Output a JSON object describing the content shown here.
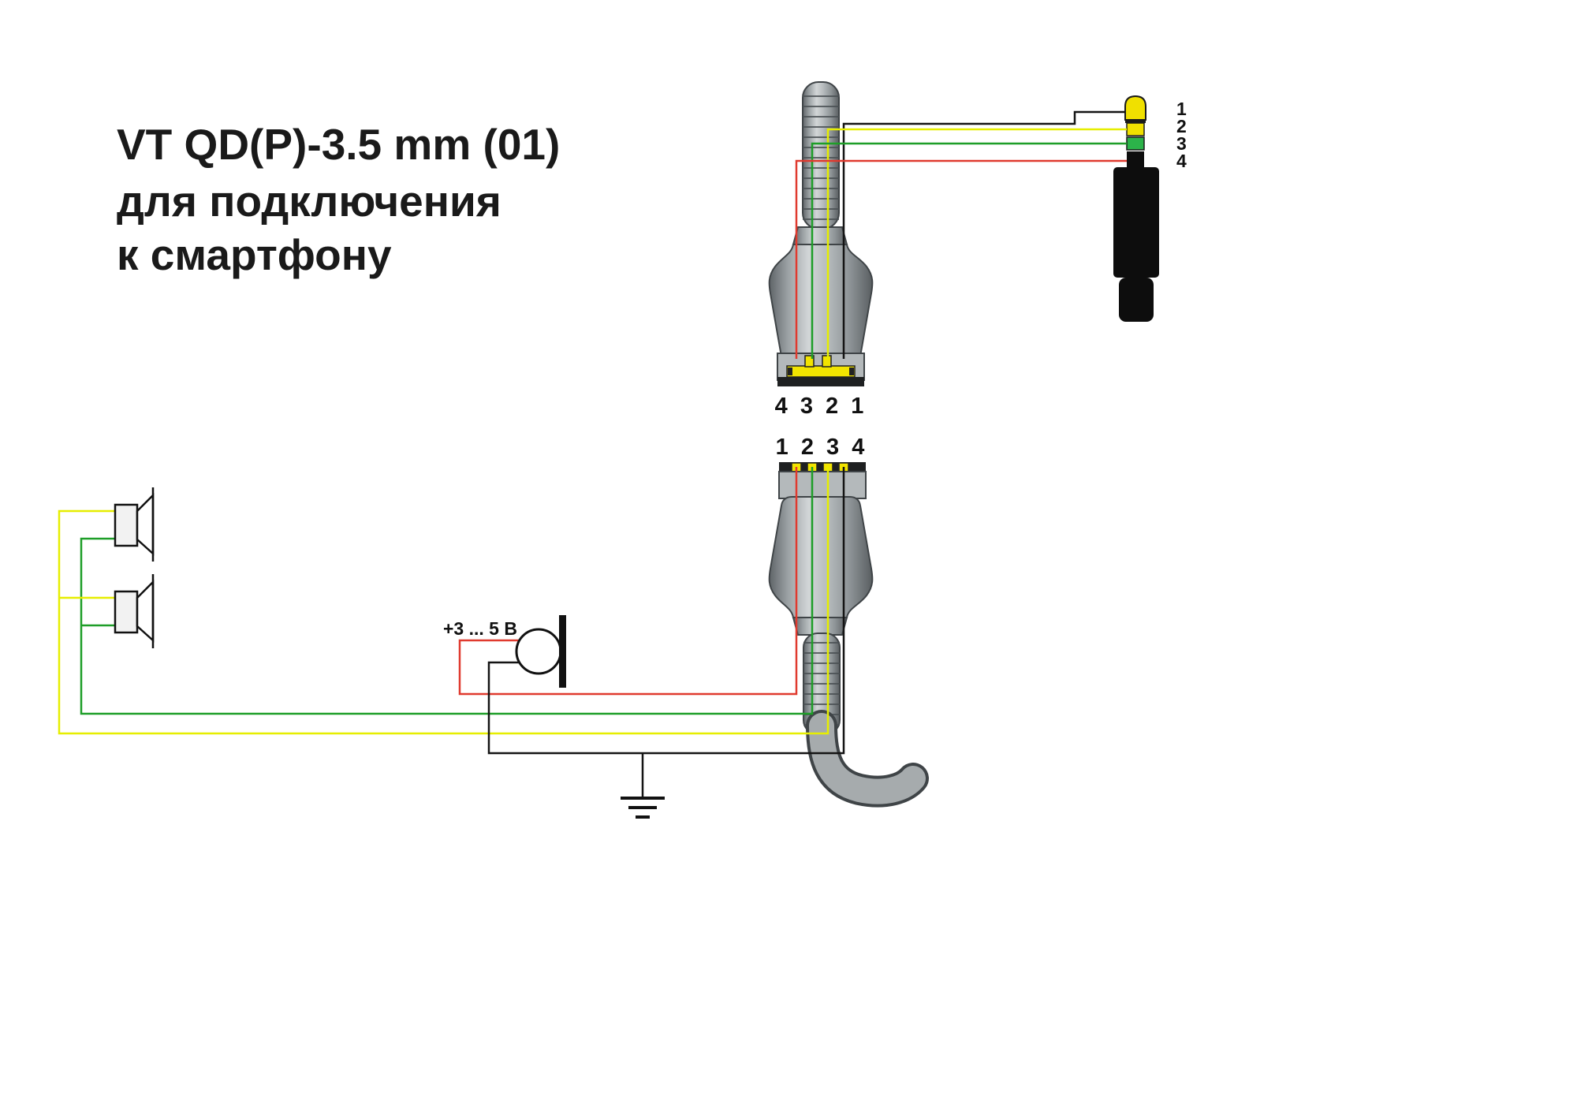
{
  "title": {
    "line1": "VT QD(P)-3.5 mm (01)",
    "line2": "для подключения",
    "line3": "к смартфону"
  },
  "labels": {
    "top_connector_pins": "4 3 2 1",
    "bottom_connector_pins": "1 2 3 4",
    "mic_voltage": "+3 ... 5 В",
    "jack_pins": [
      "1",
      "2",
      "3",
      "4"
    ]
  },
  "colors": {
    "wire_red": "#e03a2f",
    "wire_green": "#1e9e28",
    "wire_yellow": "#e6ee00",
    "wire_black": "#141414",
    "jack_tip": "#f0e000",
    "jack_ring2": "#f0e000",
    "jack_ring3": "#2cb34a",
    "jack_body": "#0d0d0d",
    "contact_yellow": "#f2e400"
  }
}
